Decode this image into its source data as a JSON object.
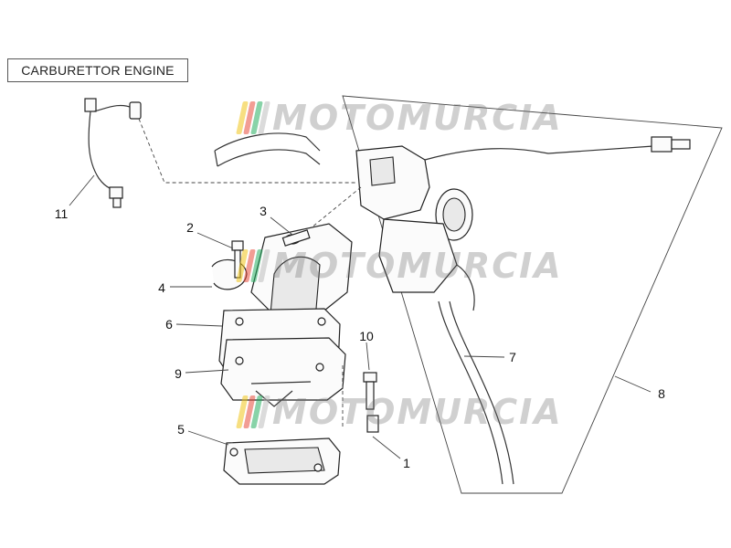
{
  "title": "CARBURETTOR ENGINE",
  "watermark": {
    "text": "MOTOMURCIA",
    "bar_colors": [
      "#f0c419",
      "#e74c3c",
      "#27ae60",
      "#bdbdbd"
    ]
  },
  "callouts": [
    {
      "id": "11",
      "label": "11"
    },
    {
      "id": "2",
      "label": "2"
    },
    {
      "id": "3",
      "label": "3"
    },
    {
      "id": "4",
      "label": "4"
    },
    {
      "id": "6",
      "label": "6"
    },
    {
      "id": "9",
      "label": "9"
    },
    {
      "id": "5",
      "label": "5"
    },
    {
      "id": "10",
      "label": "10"
    },
    {
      "id": "7",
      "label": "7"
    },
    {
      "id": "8",
      "label": "8"
    },
    {
      "id": "1",
      "label": "1"
    }
  ]
}
